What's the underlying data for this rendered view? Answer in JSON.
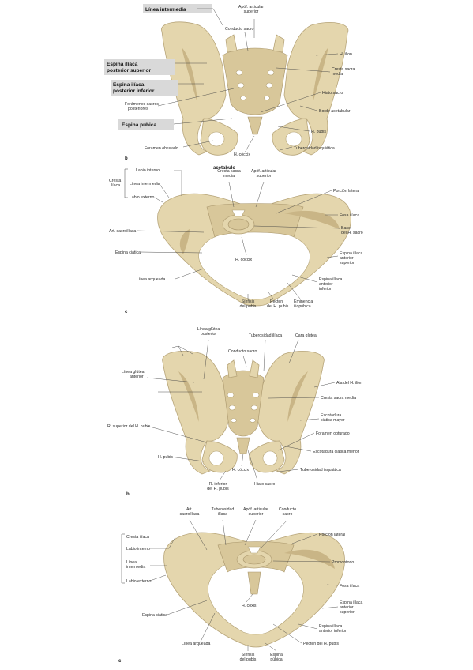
{
  "panels": [
    {
      "letter": "b",
      "highlighted_labels": [
        {
          "lines": [
            "Línea intermedia"
          ]
        },
        {
          "lines": [
            "Espina ilíaca",
            "posterior superior"
          ]
        },
        {
          "lines": [
            "Espina ilíaca",
            "posterior inferior"
          ]
        },
        {
          "lines": [
            "Espina púbica"
          ]
        }
      ],
      "labels": [
        {
          "lines": [
            "Apóf. articular",
            "superior"
          ]
        },
        {
          "lines": [
            "Conducto sacro"
          ]
        },
        {
          "lines": [
            "H. ilion"
          ]
        },
        {
          "lines": [
            "Cresta sacra",
            "media"
          ]
        },
        {
          "lines": [
            "Hiato sacro"
          ]
        },
        {
          "lines": [
            "Forámenes sacros",
            "posteriores"
          ]
        },
        {
          "lines": [
            "Borde acetabular"
          ]
        },
        {
          "lines": [
            "H. pubis"
          ]
        },
        {
          "lines": [
            "Foramen obturado"
          ]
        },
        {
          "lines": [
            "H. cóccix"
          ]
        },
        {
          "lines": [
            "Tuberosidad isquiática"
          ]
        }
      ]
    },
    {
      "letter": "c",
      "bracket_label": {
        "lines": [
          "Cresta",
          "ilíaca"
        ]
      },
      "overlap_label": "acetabulo",
      "labels": [
        {
          "lines": [
            "Labio interno"
          ]
        },
        {
          "lines": [
            "Línea intermedia"
          ]
        },
        {
          "lines": [
            "Labio externo"
          ]
        },
        {
          "lines": [
            "Cresta sacra",
            "media"
          ]
        },
        {
          "lines": [
            "Apóf. articular",
            "superior"
          ]
        },
        {
          "lines": [
            "Porción lateral"
          ]
        },
        {
          "lines": [
            "Fosa ilíaca"
          ]
        },
        {
          "lines": [
            "Base",
            "del H. sacro"
          ]
        },
        {
          "lines": [
            "Art. sacroilíaca"
          ]
        },
        {
          "lines": [
            "Espina ciática"
          ]
        },
        {
          "lines": [
            "H. cóccix"
          ]
        },
        {
          "lines": [
            "Espina ilíaca",
            "anterior",
            "superior"
          ]
        },
        {
          "lines": [
            "Línea arqueada"
          ]
        },
        {
          "lines": [
            "Espina ilíaca",
            "anterior",
            "inferior"
          ]
        },
        {
          "lines": [
            "Sínfisis",
            "del pubis"
          ]
        },
        {
          "lines": [
            "Pecten",
            "del H. pubis"
          ]
        },
        {
          "lines": [
            "Eminencia",
            "iliopúbica"
          ]
        }
      ]
    },
    {
      "letter": "b",
      "labels": [
        {
          "lines": [
            "Línea glútea",
            "posterior"
          ]
        },
        {
          "lines": [
            "Tuberosidad ilíaca"
          ]
        },
        {
          "lines": [
            "Cara glútea"
          ]
        },
        {
          "lines": [
            "Conducto sacro"
          ]
        },
        {
          "lines": [
            "Línea glútea",
            "anterior"
          ]
        },
        {
          "lines": [
            "Ala del H. ilion"
          ]
        },
        {
          "lines": [
            "Cresta sacra media"
          ]
        },
        {
          "lines": [
            "Escotadura",
            "ciática mayor"
          ]
        },
        {
          "lines": [
            "R. superior del H. pubis"
          ]
        },
        {
          "lines": [
            "Foramen obturado"
          ]
        },
        {
          "lines": [
            "H. pubis"
          ]
        },
        {
          "lines": [
            "Escotadura ciática menor"
          ]
        },
        {
          "lines": [
            "H. cóccix"
          ]
        },
        {
          "lines": [
            "Tuberosidad isquiática"
          ]
        },
        {
          "lines": [
            "R. inferior",
            "del H. pubis"
          ]
        },
        {
          "lines": [
            "Hiato sacro"
          ]
        }
      ]
    },
    {
      "letter": "c",
      "bracket_label": {
        "lines": [
          "Cresta ilíaca"
        ]
      },
      "labels": [
        {
          "lines": [
            "Art.",
            "sacroilíaca"
          ]
        },
        {
          "lines": [
            "Tuberosidad",
            "ilíaca"
          ]
        },
        {
          "lines": [
            "Apóf. articular",
            "superior"
          ]
        },
        {
          "lines": [
            "Conducto",
            "sacro"
          ]
        },
        {
          "lines": [
            "Labio interno"
          ]
        },
        {
          "lines": [
            "Porción lateral"
          ]
        },
        {
          "lines": [
            "Línea",
            "intermedia"
          ]
        },
        {
          "lines": [
            "Promontorio"
          ]
        },
        {
          "lines": [
            "Labio externo"
          ]
        },
        {
          "lines": [
            "Fosa ilíaca"
          ]
        },
        {
          "lines": [
            "H. coxis"
          ]
        },
        {
          "lines": [
            "Espina ciática"
          ]
        },
        {
          "lines": [
            "Espina ilíaca",
            "anterior",
            "superior"
          ]
        },
        {
          "lines": [
            "Espina ilíaca",
            "anterior inferior"
          ]
        },
        {
          "lines": [
            "Línea arqueada"
          ]
        },
        {
          "lines": [
            "Pecten del H. pubis"
          ]
        },
        {
          "lines": [
            "Sínfisis",
            "del pubis"
          ]
        },
        {
          "lines": [
            "Espina",
            "púbica"
          ]
        }
      ]
    }
  ]
}
